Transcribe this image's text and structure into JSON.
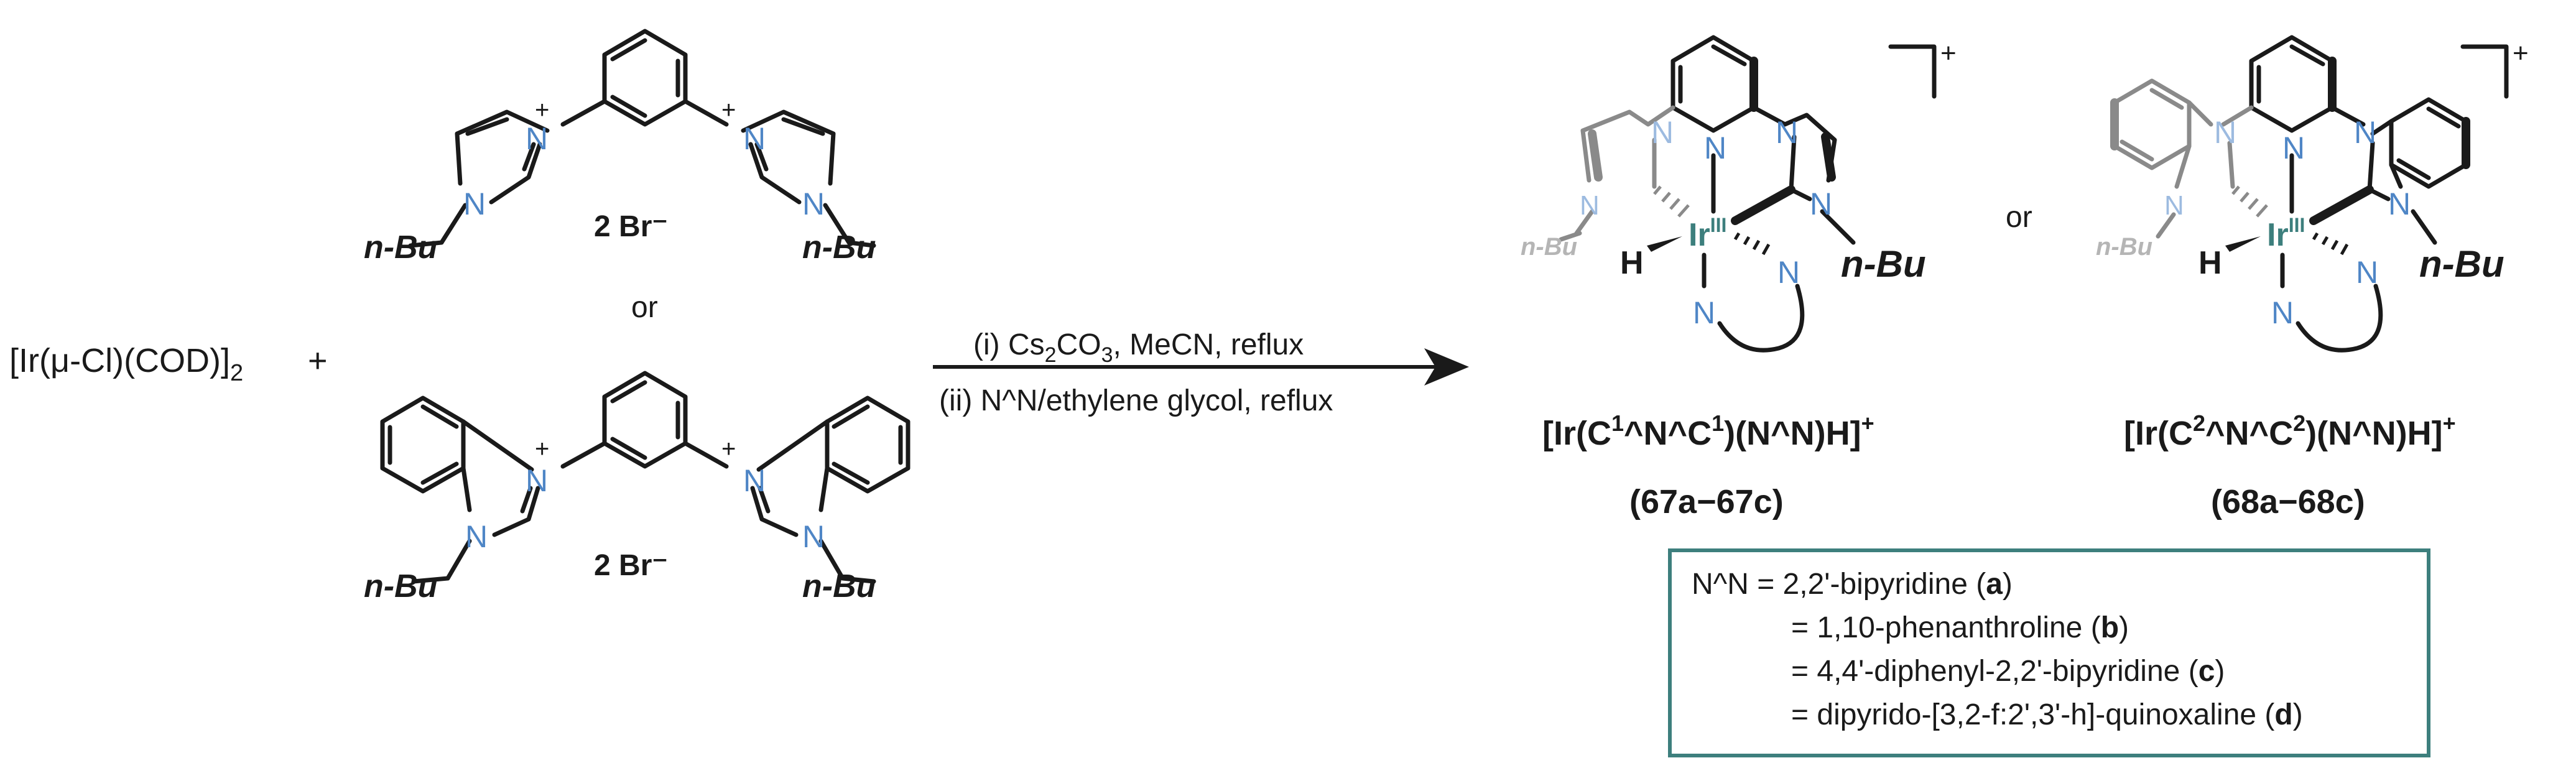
{
  "reactant_metal": {
    "text_main": "[Ir(",
    "mu": "μ",
    "text_rest": "-Cl)(COD)]",
    "sub": "2"
  },
  "plus_sign": "+",
  "ligand_top": {
    "salt": "2 Br⁻",
    "sub_left": "n-Bu",
    "sub_right": "n-Bu",
    "charge": "+"
  },
  "or_middle": "or",
  "ligand_bottom": {
    "salt": "2 Br⁻",
    "sub_left": "n-Bu",
    "sub_right": "n-Bu",
    "charge": "+"
  },
  "conditions": {
    "step1_prefix": "(i) Cs",
    "step1_sub1": "2",
    "step1_mid": "CO",
    "step1_sub2": "3",
    "step1_suffix": ", MeCN, reflux",
    "step2": "(ii) N^N/ethylene glycol, reflux"
  },
  "product1": {
    "formula_a": "[Ir(C",
    "sup1": "1",
    "formula_b": "^N^C",
    "sup2": "1",
    "formula_c": ")(N^N)H]",
    "charge": "+",
    "compound_ids": "(67a−67c)",
    "metal": "Ir",
    "oxidation": "III",
    "hydride": "H",
    "n_bu_bold": "n-Bu",
    "n_bu_grey": "n-Bu"
  },
  "or_products": "or",
  "product2": {
    "formula_a": "[Ir(C",
    "sup1": "2",
    "formula_b": "^N^C",
    "sup2": "2",
    "formula_c": ")(N^N)H]",
    "charge": "+",
    "compound_ids": "(68a−68c)",
    "metal": "Ir",
    "oxidation": "III",
    "hydride": "H",
    "n_bu_bold": "n-Bu",
    "n_bu_grey": "n-Bu"
  },
  "legend": {
    "border_color": "#3d7f7d",
    "rows": [
      {
        "prefix": "N^N = 2,2'-bipyridine (",
        "letter": "a",
        "suffix": ")"
      },
      {
        "prefix": "= 1,10-phenanthroline (",
        "letter": "b",
        "suffix": ")"
      },
      {
        "prefix": "= 4,4'-diphenyl-2,2'-bipyridine (",
        "letter": "c",
        "suffix": ")"
      },
      {
        "prefix": "= dipyrido-[3,2-f:2',3'-h]-quinoxaline (",
        "letter": "d",
        "suffix": ")"
      }
    ]
  },
  "atom_label_N": "N",
  "colors": {
    "nitrogen": "#4f86c6",
    "iridium": "#3d7f7d",
    "bond": "#1a1a1a",
    "faded": "#b5b5b5"
  }
}
